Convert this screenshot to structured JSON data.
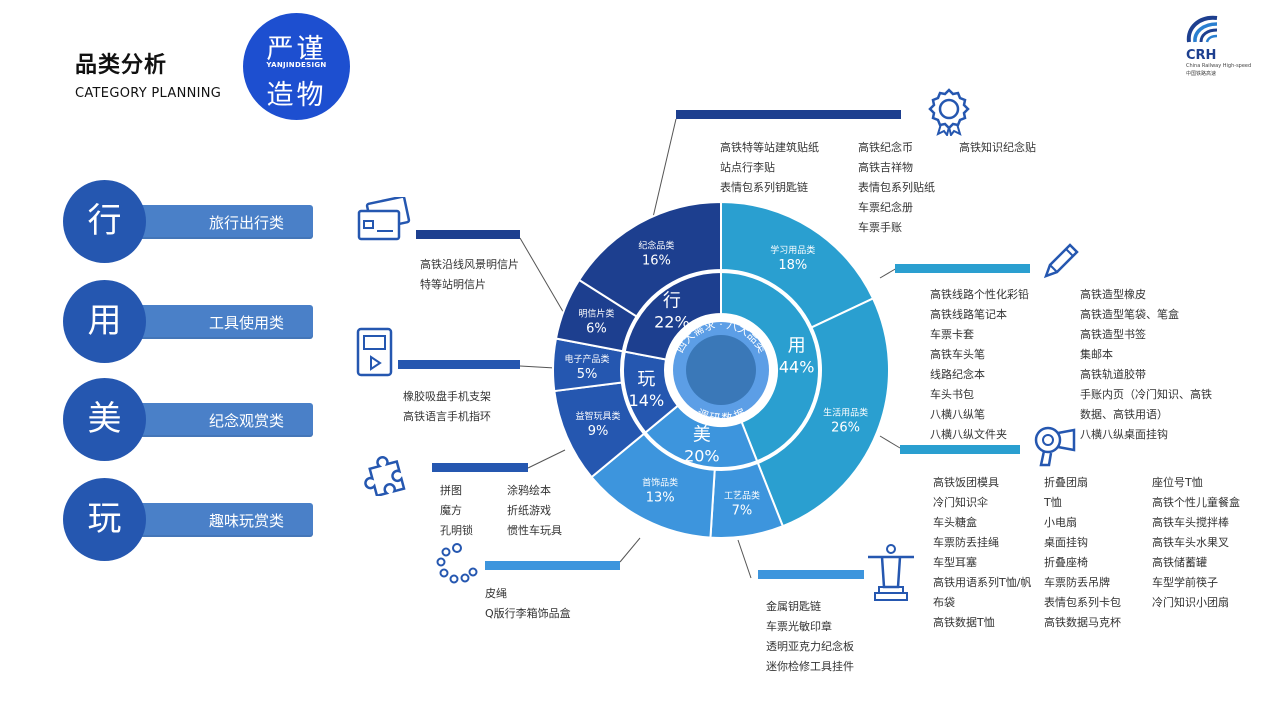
{
  "header": {
    "title": "品类分析",
    "subtitle": "CATEGORY PLANNING"
  },
  "logo": {
    "line1": "严谨",
    "mid": "YANJINDESIGN",
    "line2": "造物"
  },
  "crh": {
    "name": "CRH",
    "sub": "China Railway High-speed",
    "sub_zh": "中国铁路高速"
  },
  "needs": [
    {
      "char": "行",
      "label": "旅行出行类"
    },
    {
      "char": "用",
      "label": "工具使用类"
    },
    {
      "char": "美",
      "label": "纪念观赏类"
    },
    {
      "char": "玩",
      "label": "趣味玩赏类"
    }
  ],
  "center": {
    "top": "四大需求 · 八大品类",
    "bottom": "调研数据"
  },
  "inner_ring": [
    {
      "name": "行",
      "pct": "22%"
    },
    {
      "name": "用",
      "pct": "44%"
    },
    {
      "name": "美",
      "pct": "20%"
    },
    {
      "name": "玩",
      "pct": "14%"
    }
  ],
  "outer_ring": [
    {
      "name": "纪念品类",
      "pct": "16%"
    },
    {
      "name": "学习用品类",
      "pct": "18%"
    },
    {
      "name": "生活用品类",
      "pct": "26%"
    },
    {
      "name": "工艺品类",
      "pct": "7%"
    },
    {
      "name": "首饰品类",
      "pct": "13%"
    },
    {
      "name": "益智玩具类",
      "pct": "9%"
    },
    {
      "name": "电子产品类",
      "pct": "5%"
    },
    {
      "name": "明信片类",
      "pct": "6%"
    }
  ],
  "lists": {
    "souvenir_a": [
      "高铁特等站建筑贴纸",
      "站点行李贴",
      "表情包系列钥匙链"
    ],
    "souvenir_b": [
      "高铁纪念币",
      "高铁吉祥物",
      "表情包系列贴纸",
      "车票纪念册",
      "车票手账"
    ],
    "souvenir_c": [
      "高铁知识纪念贴"
    ],
    "postcard": [
      "高铁沿线风景明信片",
      "特等站明信片"
    ],
    "electronic": [
      "橡胶吸盘手机支架",
      "高铁语言手机指环"
    ],
    "puzzle_a": [
      "拼图",
      "魔方",
      "孔明锁"
    ],
    "puzzle_b": [
      "涂鸦绘本",
      "折纸游戏",
      "惯性车玩具"
    ],
    "jewelry": [
      "皮绳",
      "Q版行李箱饰品盒"
    ],
    "study_a": [
      "高铁线路个性化彩铅",
      "高铁线路笔记本",
      "车票卡套",
      "高铁车头笔",
      "线路纪念本",
      "车头书包",
      "八横八纵笔",
      "八横八纵文件夹"
    ],
    "study_b": [
      "高铁造型橡皮",
      "高铁造型笔袋、笔盒",
      "高铁造型书签",
      "集邮本",
      "高铁轨道胶带",
      "手账内页（冷门知识、高铁",
      "数据、高铁用语）",
      "八横八纵桌面挂钩"
    ],
    "living_a": [
      "高铁饭团模具",
      "冷门知识伞",
      "车头糖盒",
      "车票防丢挂绳",
      "车型耳塞",
      "高铁用语系列T恤/帆",
      "布袋",
      "高铁数据T恤"
    ],
    "living_b": [
      "折叠团扇",
      "T恤",
      "小电扇",
      "桌面挂钩",
      "折叠座椅",
      "车票防丢吊牌",
      "表情包系列卡包",
      "高铁数据马克杯"
    ],
    "living_c": [
      "座位号T恤",
      "高铁个性儿童餐盒",
      "高铁车头搅拌棒",
      "高铁车头水果叉",
      "高铁储蓄罐",
      "车型学前筷子",
      "冷门知识小团扇"
    ],
    "craft": [
      "金属钥匙链",
      "车票光敏印章",
      "透明亚克力纪念板",
      "迷你检修工具挂件"
    ]
  },
  "colors": {
    "primary": "#2557b0",
    "pill": "#4a80c8",
    "navy": "#1d3f8f",
    "teal": "#2a9fd0",
    "sky": "#3d95dd"
  }
}
